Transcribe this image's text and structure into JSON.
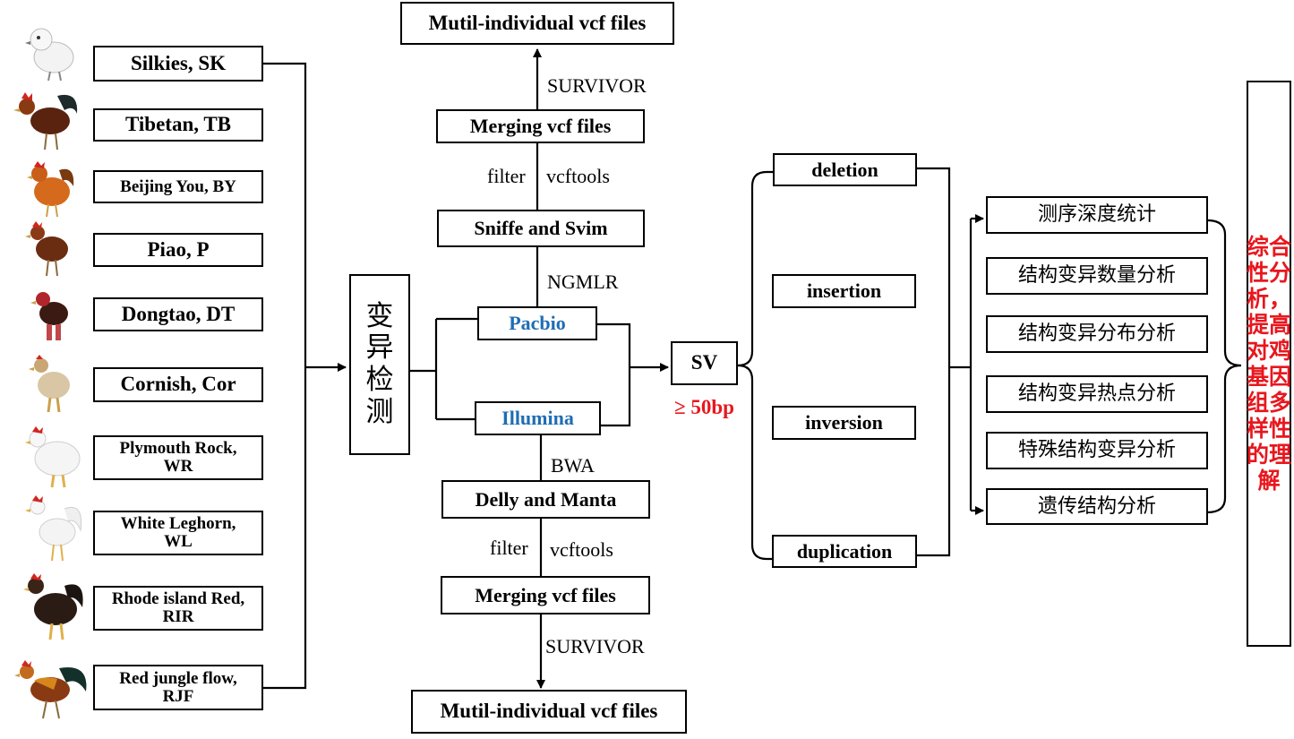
{
  "breeds": [
    "Silkies, SK",
    "Tibetan, TB",
    "Beijing You, BY",
    "Piao, P",
    "Dongtao, DT",
    "Cornish, Cor",
    "Plymouth Rock, WR",
    "White Leghorn, WL",
    "Rhode island Red, RIR",
    "Red jungle flow, RJF"
  ],
  "detection": "变异检测",
  "top_pipeline": {
    "output": "Mutil-individual vcf files",
    "merge_tool": "SURVIVOR",
    "merging": "Merging vcf files",
    "filter": "filter",
    "vcftools": "vcftools",
    "callers": "Sniffe and Svim",
    "aligner": "NGMLR",
    "platform": "Pacbio"
  },
  "bottom_pipeline": {
    "platform": "Illumina",
    "aligner": "BWA",
    "callers": "Delly and Manta",
    "filter": "filter",
    "vcftools": "vcftools",
    "merging": "Merging vcf files",
    "merge_tool": "SURVIVOR",
    "output": "Mutil-individual vcf files"
  },
  "sv": {
    "label": "SV",
    "threshold": "≥ 50bp"
  },
  "sv_types": [
    "deletion",
    "insertion",
    "inversion",
    "duplication"
  ],
  "analyses": [
    "测序深度统计",
    "结构变异数量分析",
    "结构变异分布分析",
    "结构变异热点分析",
    "特殊结构变异分析",
    "遗传结构分析"
  ],
  "conclusion": "综合性分析，提高对鸡基因组多样性的理解",
  "colors": {
    "platform_text": "#1f6db3",
    "highlight_text": "#e8171e"
  }
}
